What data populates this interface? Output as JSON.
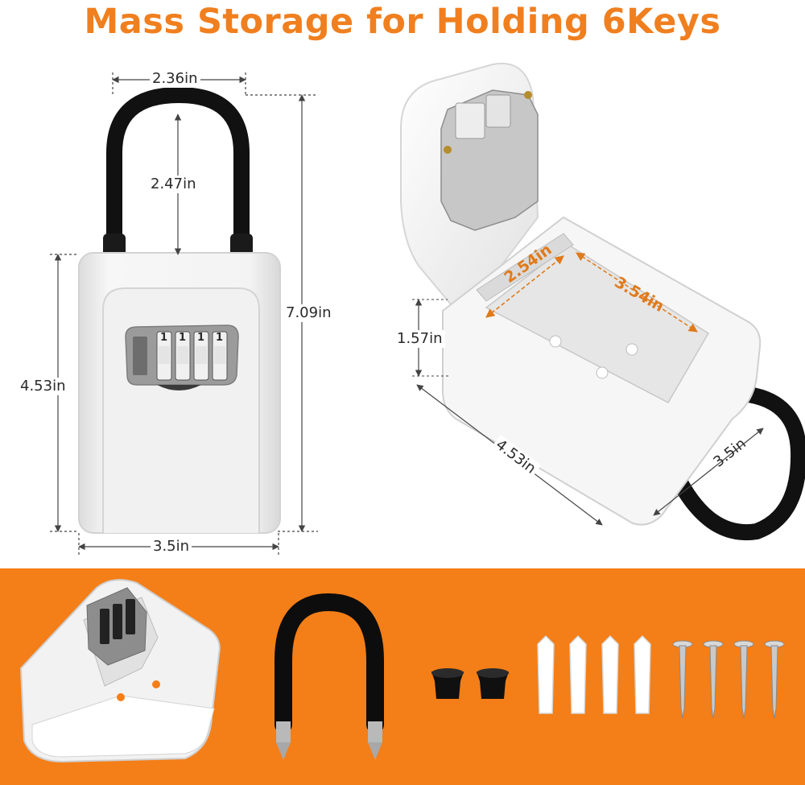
{
  "title": "Mass Storage for Holding 6Keys",
  "colors": {
    "accent": "#f07f1f",
    "band": "#f47e17",
    "shackle": "#111111",
    "body": "#f4f4f4",
    "dial": "#9a9a9a"
  },
  "front_view": {
    "dials": [
      "1",
      "1",
      "1",
      "1"
    ],
    "width_top": "2.36in",
    "shackle_height": "2.47in",
    "total_height": "7.09in",
    "body_height": "4.53in",
    "width_bottom": "3.5in"
  },
  "open_view": {
    "inner_width": "2.54in",
    "inner_length": "3.54in",
    "depth": "1.57in",
    "length": "4.53in",
    "width": "3.5in"
  },
  "accessories": [
    "lock-box",
    "shackle",
    "rubber-caps",
    "wall-anchors",
    "screws"
  ]
}
